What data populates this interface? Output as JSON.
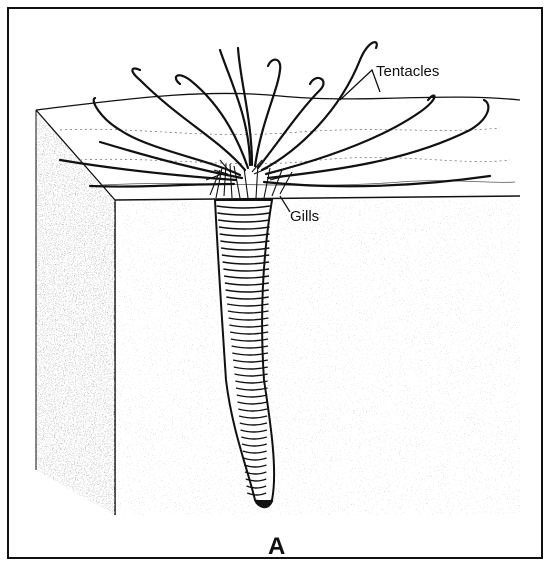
{
  "figure": {
    "labels": {
      "tentacles": "Tentacles",
      "gills": "Gills",
      "panel": "A"
    },
    "colors": {
      "ink": "#111111",
      "paper": "#ffffff",
      "sediment": "#3a3a3a"
    }
  }
}
